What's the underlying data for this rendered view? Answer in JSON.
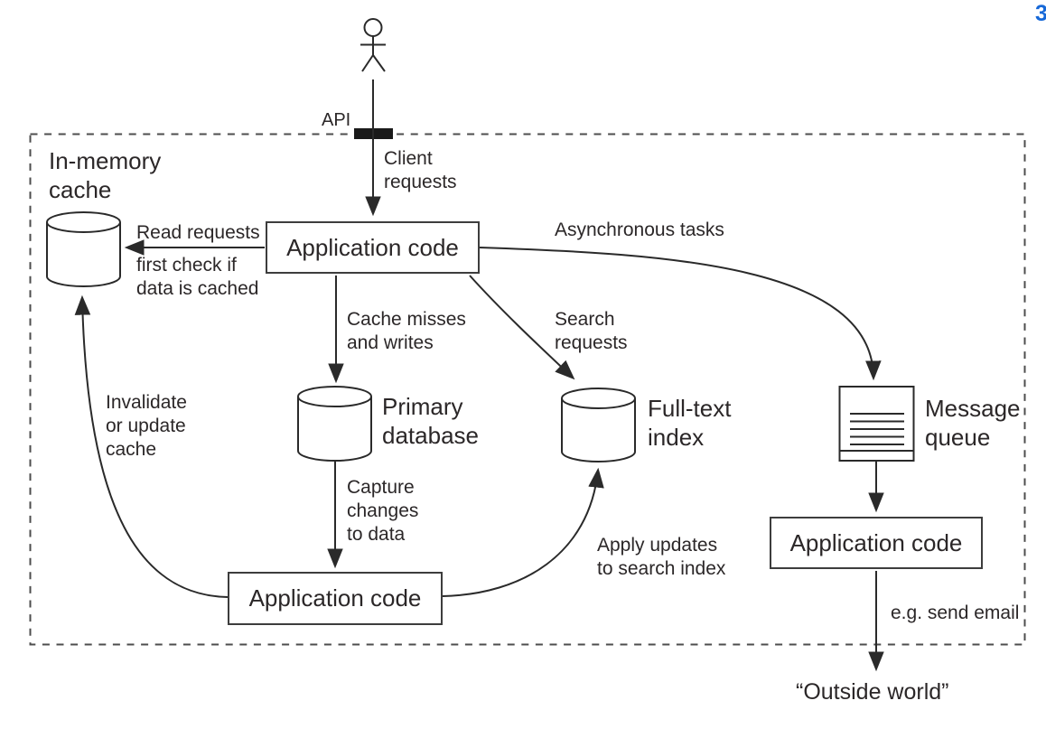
{
  "nodes": {
    "api_label": "API",
    "app_code_center": "Application code",
    "app_code_lower": "Application code",
    "app_code_right": "Application code",
    "in_memory_cache": "In-memory\ncache",
    "primary_database": "Primary\ndatabase",
    "full_text_index": "Full-text\nindex",
    "message_queue": "Message\nqueue",
    "outside_world": "“Outside world”"
  },
  "edges": {
    "client_requests": "Client\nrequests",
    "read_requests": "Read requests",
    "read_requests_note": "first check if\ndata is cached",
    "asynchronous_tasks": "Asynchronous tasks",
    "cache_misses": "Cache misses\nand writes",
    "search_requests": "Search\nrequests",
    "invalidate_cache": "Invalidate\nor update\ncache",
    "capture_changes": "Capture\nchanges\nto data",
    "apply_updates": "Apply updates\nto search index",
    "send_email": "e.g. send email"
  },
  "icons": {
    "user_actor": "stick-figure-user",
    "in_memory_cache": "database-cylinder",
    "primary_database": "database-cylinder",
    "full_text_index": "database-cylinder",
    "message_queue": "stacked-messages-box"
  },
  "page": {
    "corner_glyph": "3"
  },
  "colors": {
    "ink": "#2a2a2a",
    "text": "#2b2728",
    "boundary_dash": "#4d4d4d",
    "api_bar": "#1a1a1a",
    "corner_glyph_blue": "#1668d8",
    "background": "#ffffff"
  }
}
